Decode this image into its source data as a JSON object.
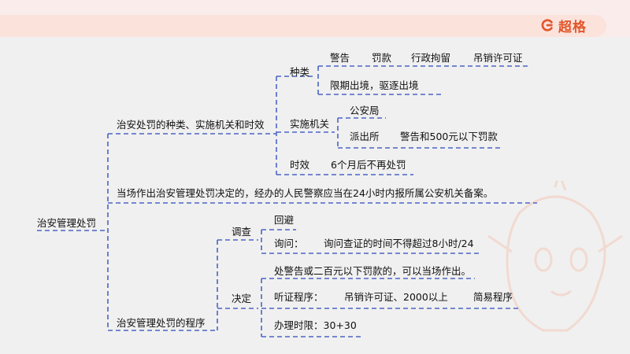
{
  "brand": {
    "name": "超格",
    "color": "#e2562b"
  },
  "root": "治安管理处罚",
  "branch1": {
    "title": "治安处罚的种类、实施机关和时效",
    "kinds": {
      "label": "种类",
      "row1": [
        "警告",
        "罚款",
        "行政拘留",
        "吊销许可证"
      ],
      "row2": "限期出境，驱逐出境"
    },
    "organs": {
      "label": "实施机关",
      "a": "公安局",
      "b": "派出所",
      "b_note": "警告和500元以下罚款"
    },
    "limit": {
      "label": "时效",
      "text": "6个月后不再处罚"
    }
  },
  "branch2": "当场作出治安管理处罚决定的，经办的人民警察应当在24小时内报所属公安机关备案。",
  "branch3": {
    "title": "治安管理处罚的程序",
    "investigate": {
      "label": "调查",
      "a": "回避",
      "b_label": "询问：",
      "b_text": "询问查证的时间不得超过8小时/24"
    },
    "decide": {
      "label": "决定",
      "a": "处警告或二百元以下罚款的，可以当场作出。",
      "hearing_label": "听证程序：",
      "hearing_text": "吊销许可证、2000以上",
      "hearing_note": "简易程序",
      "period": "办理时限：30+30"
    }
  },
  "line_color": "#4a64c6"
}
